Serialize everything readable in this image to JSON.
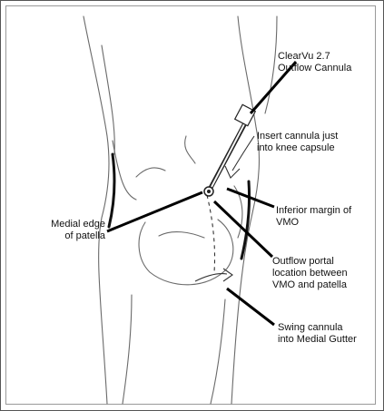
{
  "labels": {
    "clearvu": [
      "ClearVu 2.7",
      "Outflow Cannula"
    ],
    "insert": [
      "Insert cannula just",
      "into knee capsule"
    ],
    "inferior": [
      "Inferior margin of",
      "VMO"
    ],
    "medial": [
      "Medial edge",
      "of patella"
    ],
    "outflow": [
      "Outflow portal",
      "location between",
      "VMO and patella"
    ],
    "swing": [
      "Swing cannula",
      "into Medial Gutter"
    ]
  },
  "colors": {
    "ink": "#111111",
    "sketch": "#6a6a6a",
    "frame": "#555555"
  }
}
